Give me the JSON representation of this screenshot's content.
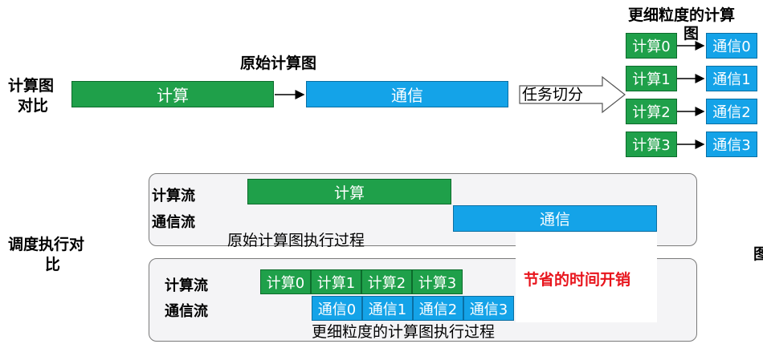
{
  "top_section": {
    "row_label_line1": "计算图",
    "row_label_line2": "对比",
    "original_title": "原始计算图",
    "compute_label": "计算",
    "comm_label": "通信",
    "split_label": "任务切分",
    "fine_title_line1": "更细粒度的计算",
    "fine_title_line2": "图",
    "fine_compute": [
      "计算0",
      "计算1",
      "计算2",
      "计算3"
    ],
    "fine_comm": [
      "通信0",
      "通信1",
      "通信2",
      "通信3"
    ]
  },
  "bottom_section": {
    "row_label_line1": "调度执行对",
    "row_label_line2": "比",
    "panel1": {
      "compute_stream": "计算流",
      "comm_stream": "通信流",
      "compute_block": "计算",
      "comm_block": "通信",
      "caption": "原始计算图执行过程"
    },
    "panel2": {
      "compute_stream": "计算流",
      "comm_stream": "通信流",
      "compute_blocks": [
        "计算0",
        "计算1",
        "计算2",
        "计算3"
      ],
      "comm_blocks": [
        "通信0",
        "通信1",
        "通信2",
        "通信3"
      ],
      "caption": "更细粒度的计算图执行过程"
    },
    "saved_time_label": "节省的时间开销"
  },
  "edge_fragment": "图",
  "colors": {
    "compute": "#1fa04a",
    "comm": "#14a3e8",
    "highlight_text": "#e8141c"
  }
}
